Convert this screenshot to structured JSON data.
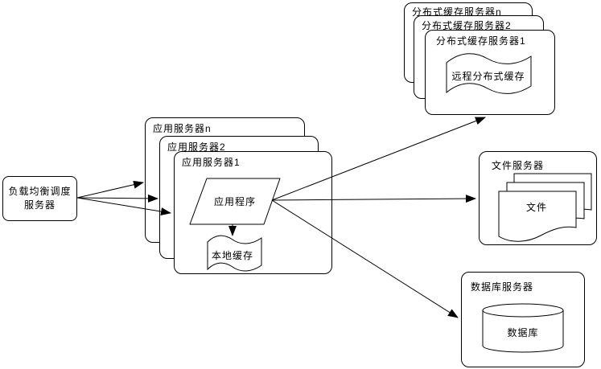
{
  "diagram_title": "web-application-architecture",
  "colors": {
    "stroke": "#000000",
    "background": "#ffffff",
    "text": "#000000"
  },
  "lb": {
    "line1": "负载均衡调度",
    "line2": "服务器"
  },
  "app": {
    "server_n": "应用服务器n",
    "server_2": "应用服务器2",
    "server_1": "应用服务器1",
    "program": "应用程序",
    "local_cache": "本地缓存"
  },
  "cache": {
    "server_n": "分布式缓存服务器n",
    "server_2": "分布式缓存服务器2",
    "server_1": "分布式缓存服务器1",
    "remote": "远程分布式缓存"
  },
  "file": {
    "title": "文件服务器",
    "doc": "文件"
  },
  "db": {
    "title": "数据库服务器",
    "cylinder": "数据库"
  }
}
